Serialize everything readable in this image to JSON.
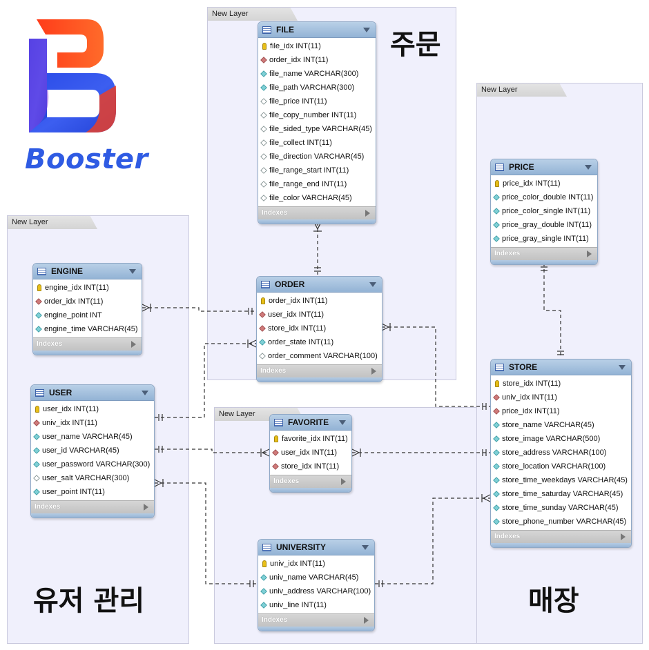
{
  "brand": {
    "name": "Booster",
    "color": "#2f5be3",
    "accent": "#ff4a1c"
  },
  "layers": [
    {
      "id": "order-layer",
      "label": "New Layer",
      "title": "주문"
    },
    {
      "id": "store-layer",
      "label": "New Layer",
      "title": "매장"
    },
    {
      "id": "user-layer",
      "label": "New Layer",
      "title": "유저 관리"
    },
    {
      "id": "center-layer",
      "label": "New Layer",
      "title": ""
    }
  ],
  "indexes_label": "Indexes",
  "tables": {
    "file": {
      "name": "FILE",
      "columns": [
        {
          "label": "file_idx INT(11)",
          "kind": "key"
        },
        {
          "label": "order_idx INT(11)",
          "kind": "fk"
        },
        {
          "label": "file_name VARCHAR(300)",
          "kind": "col"
        },
        {
          "label": "file_path VARCHAR(300)",
          "kind": "col"
        },
        {
          "label": "file_price INT(11)",
          "kind": "null"
        },
        {
          "label": "file_copy_number INT(11)",
          "kind": "null"
        },
        {
          "label": "file_sided_type VARCHAR(45)",
          "kind": "null"
        },
        {
          "label": "file_collect INT(11)",
          "kind": "null"
        },
        {
          "label": "file_direction VARCHAR(45)",
          "kind": "null"
        },
        {
          "label": "file_range_start INT(11)",
          "kind": "null"
        },
        {
          "label": "file_range_end INT(11)",
          "kind": "null"
        },
        {
          "label": "file_color VARCHAR(45)",
          "kind": "null"
        }
      ]
    },
    "order": {
      "name": "ORDER",
      "columns": [
        {
          "label": "order_idx INT(11)",
          "kind": "key"
        },
        {
          "label": "user_idx INT(11)",
          "kind": "fk"
        },
        {
          "label": "store_idx INT(11)",
          "kind": "fk"
        },
        {
          "label": "order_state INT(11)",
          "kind": "col"
        },
        {
          "label": "order_comment VARCHAR(100)",
          "kind": "null"
        }
      ]
    },
    "price": {
      "name": "PRICE",
      "columns": [
        {
          "label": "price_idx INT(11)",
          "kind": "key"
        },
        {
          "label": "price_color_double INT(11)",
          "kind": "col"
        },
        {
          "label": "price_color_single INT(11)",
          "kind": "col"
        },
        {
          "label": "price_gray_double INT(11)",
          "kind": "col"
        },
        {
          "label": "price_gray_single INT(11)",
          "kind": "col"
        }
      ]
    },
    "store": {
      "name": "STORE",
      "columns": [
        {
          "label": "store_idx INT(11)",
          "kind": "key"
        },
        {
          "label": "univ_idx INT(11)",
          "kind": "fk"
        },
        {
          "label": "price_idx INT(11)",
          "kind": "fk"
        },
        {
          "label": "store_name VARCHAR(45)",
          "kind": "col"
        },
        {
          "label": "store_image VARCHAR(500)",
          "kind": "col"
        },
        {
          "label": "store_address VARCHAR(100)",
          "kind": "col"
        },
        {
          "label": "store_location VARCHAR(100)",
          "kind": "col"
        },
        {
          "label": "store_time_weekdays VARCHAR(45)",
          "kind": "col"
        },
        {
          "label": "store_time_saturday VARCHAR(45)",
          "kind": "col"
        },
        {
          "label": "store_time_sunday VARCHAR(45)",
          "kind": "col"
        },
        {
          "label": "store_phone_number VARCHAR(45)",
          "kind": "col"
        }
      ]
    },
    "engine": {
      "name": "ENGINE",
      "columns": [
        {
          "label": "engine_idx INT(11)",
          "kind": "key"
        },
        {
          "label": "order_idx INT(11)",
          "kind": "fk"
        },
        {
          "label": "engine_point INT",
          "kind": "col"
        },
        {
          "label": "engine_time VARCHAR(45)",
          "kind": "col"
        }
      ]
    },
    "user": {
      "name": "USER",
      "columns": [
        {
          "label": "user_idx INT(11)",
          "kind": "key"
        },
        {
          "label": "univ_idx INT(11)",
          "kind": "fk"
        },
        {
          "label": "user_name VARCHAR(45)",
          "kind": "col"
        },
        {
          "label": "user_id VARCHAR(45)",
          "kind": "col"
        },
        {
          "label": "user_password VARCHAR(300)",
          "kind": "col"
        },
        {
          "label": "user_salt VARCHAR(300)",
          "kind": "null"
        },
        {
          "label": "user_point INT(11)",
          "kind": "col"
        }
      ]
    },
    "favorite": {
      "name": "FAVORITE",
      "columns": [
        {
          "label": "favorite_idx INT(11)",
          "kind": "key"
        },
        {
          "label": "user_idx INT(11)",
          "kind": "fk"
        },
        {
          "label": "store_idx INT(11)",
          "kind": "fk"
        }
      ]
    },
    "university": {
      "name": "UNIVERSITY",
      "columns": [
        {
          "label": "univ_idx INT(11)",
          "kind": "key"
        },
        {
          "label": "univ_name VARCHAR(45)",
          "kind": "col"
        },
        {
          "label": "univ_address VARCHAR(100)",
          "kind": "col"
        },
        {
          "label": "univ_line INT(11)",
          "kind": "col"
        }
      ]
    }
  }
}
